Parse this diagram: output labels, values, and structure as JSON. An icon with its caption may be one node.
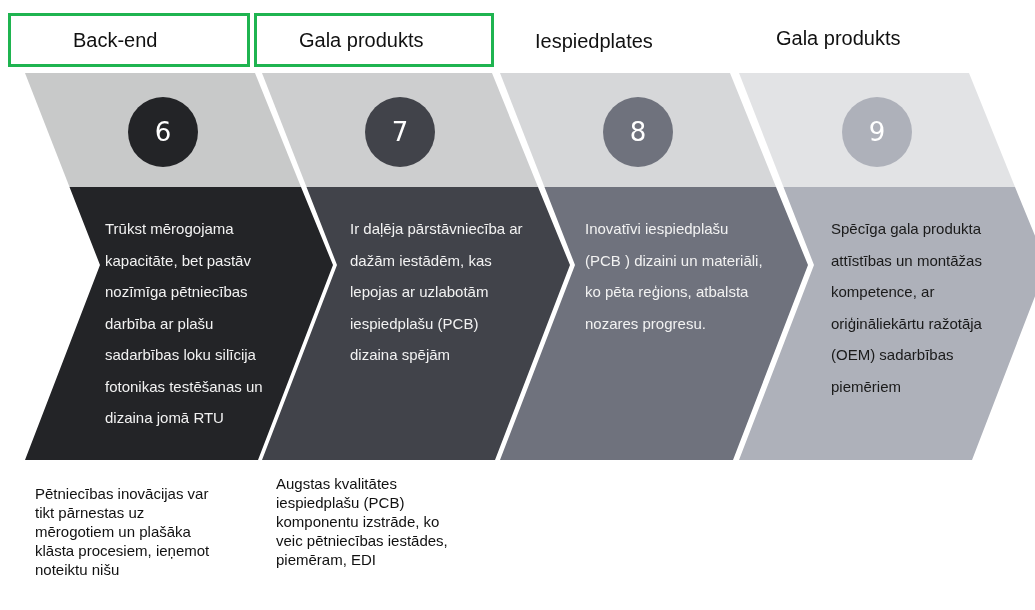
{
  "diagram": {
    "nodes": [
      {
        "text": [
          "Back-end"
        ]
      },
      {
        "text": [
          "Gala produkts"
        ]
      },
      {
        "text": [
          "Trūkst mērogojama kapacitāte, bet pastāv nozīmīga pētniecības darbība ar plašu sadarbības loku silīcija fotonikas testēšanas un dizaina jomā RTU"
        ]
      },
      {
        "text": [
          "6"
        ]
      },
      {
        "text": [
          "Ir daļēja pārstāvniecība ar dažām iestādēm, kas lepojas ar uzlabotām iespiedplašu (PCB) dizaina spējām"
        ]
      },
      {
        "text": [
          "7"
        ]
      },
      {
        "text": [
          "Inovatīvi iespiedplašu (PCB ) dizaini un materiāli, ko pēta reģions, atbalsta nozares progresu."
        ]
      },
      {
        "text": [
          "8"
        ]
      },
      {
        "text": [
          "Spēcīga gala produkta attīstības un montāžas kompetence, ar oriģināliekārtu ražotāja (OEM) sadarbības piemēriem"
        ]
      },
      {
        "text": [
          "9"
        ]
      }
    ],
    "labels": [
      "Iespiedplates",
      "Gala produkts",
      "Pētniecības inovācijas var tikt pārnestas uz mērogotiem un plašāka klāsta procesiem, ieņemot noteiktu nišu",
      "Augstas kvalitātes iespiedplašu (PCB) komponentu izstrāde, ko veic pētniecības iestādes, piemēram, EDI"
    ]
  }
}
